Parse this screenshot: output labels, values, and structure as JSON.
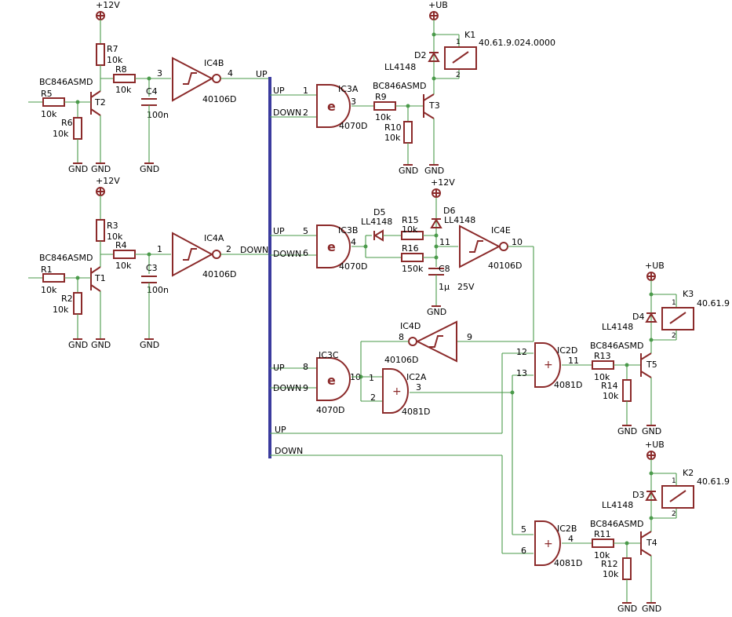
{
  "nets": {
    "gnd": "GND",
    "v12": "+12V",
    "vub": "+UB",
    "up": "UP",
    "down": "DOWN"
  },
  "colors": {
    "wire": "#4a9a4a",
    "part": "#8b2a2a",
    "bus": "#3b3b9e"
  },
  "parts": {
    "R1": "R1",
    "R1v": "10k",
    "R2": "R2",
    "R2v": "10k",
    "R3": "R3",
    "R3v": "10k",
    "R4": "R4",
    "R4v": "10k",
    "R5": "R5",
    "R5v": "10k",
    "R6": "R6",
    "R6v": "10k",
    "R7": "R7",
    "R7v": "10k",
    "R8": "R8",
    "R8v": "10k",
    "R9": "R9",
    "R9v": "10k",
    "R10": "R10",
    "R10v": "10k",
    "R11": "R11",
    "R11v": "10k",
    "R12": "R12",
    "R12v": "10k",
    "R13": "R13",
    "R13v": "10k",
    "R14": "R14",
    "R14v": "10k",
    "R15": "R15",
    "R15v": "10k",
    "R16": "R16",
    "R16v": "150k",
    "C3": "C3",
    "C3v": "100n",
    "C4": "C4",
    "C4v": "100n",
    "C8": "C8",
    "C8v": "1µ",
    "C8v2": "25V",
    "T1": "T1",
    "T2": "T2",
    "T3": "T3",
    "T4": "T4",
    "T5": "T5",
    "bc": "BC846ASMD",
    "D2": "D2",
    "D3": "D3",
    "D4": "D4",
    "D5": "D5",
    "D6": "D6",
    "ll": "LL4148",
    "K1": "K1",
    "K1v": "40.61.9.024.0000",
    "K2": "K2",
    "K2v": "40.61.9",
    "K3": "K3",
    "K3v": "40.61.9",
    "IC4A": "IC4A",
    "IC4B": "IC4B",
    "IC4D": "IC4D",
    "IC4E": "IC4E",
    "ic40106": "40106D",
    "IC3A": "IC3A",
    "IC3B": "IC3B",
    "IC3C": "IC3C",
    "ic4070": "4070D",
    "IC2A": "IC2A",
    "IC2B": "IC2B",
    "IC2D": "IC2D",
    "ic4081": "4081D"
  },
  "pins": {
    "p1": "1",
    "p2": "2",
    "p3": "3",
    "p4": "4",
    "p5": "5",
    "p6": "6",
    "p8": "8",
    "p9": "9",
    "p10": "10",
    "p11": "11",
    "p12": "12",
    "p13": "13"
  }
}
